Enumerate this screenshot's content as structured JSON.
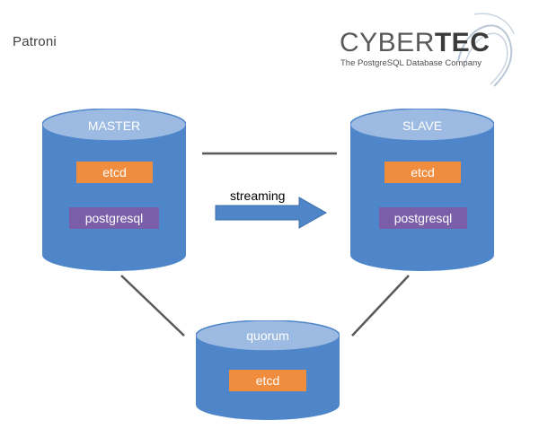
{
  "title": "Patroni",
  "logo": {
    "word_light": "CYBER",
    "word_bold": "TEC",
    "tagline": "The PostgreSQL Database Company"
  },
  "nodes": {
    "master": {
      "label": "MASTER",
      "etcd": "etcd",
      "postgresql": "postgresql"
    },
    "slave": {
      "label": "SLAVE",
      "etcd": "etcd",
      "postgresql": "postgresql"
    },
    "quorum": {
      "label": "quorum",
      "etcd": "etcd"
    }
  },
  "arrow_label": "streaming",
  "colors": {
    "cylinder_body": "#4f86c9",
    "cylinder_top": "#9dbbe2",
    "etcd": "#f08c3e",
    "postgresql": "#7b5ea8",
    "line": "#595959"
  }
}
